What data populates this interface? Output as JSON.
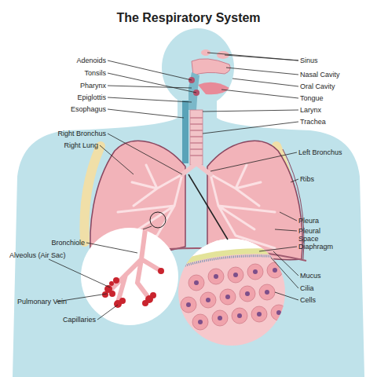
{
  "diagram": {
    "title": "The Respiratory System",
    "labels": [
      "Adenoids",
      "Tonsils",
      "Pharynx",
      "Epiglottis",
      "Esophagus",
      "Right Bronchus",
      "Right Lung",
      "Bronchiole",
      "Alveolus (Air Sac)",
      "Pulmonary Vein",
      "Capillaries",
      "Sinus",
      "Nasal Cavity",
      "Oral Cavity",
      "Tongue",
      "Larynx",
      "Trachea",
      "Left Bronchus",
      "Ribs",
      "Pleura",
      "Pleural Space",
      "Diaphragm",
      "Mucus",
      "Cilia",
      "Cells"
    ]
  }
}
